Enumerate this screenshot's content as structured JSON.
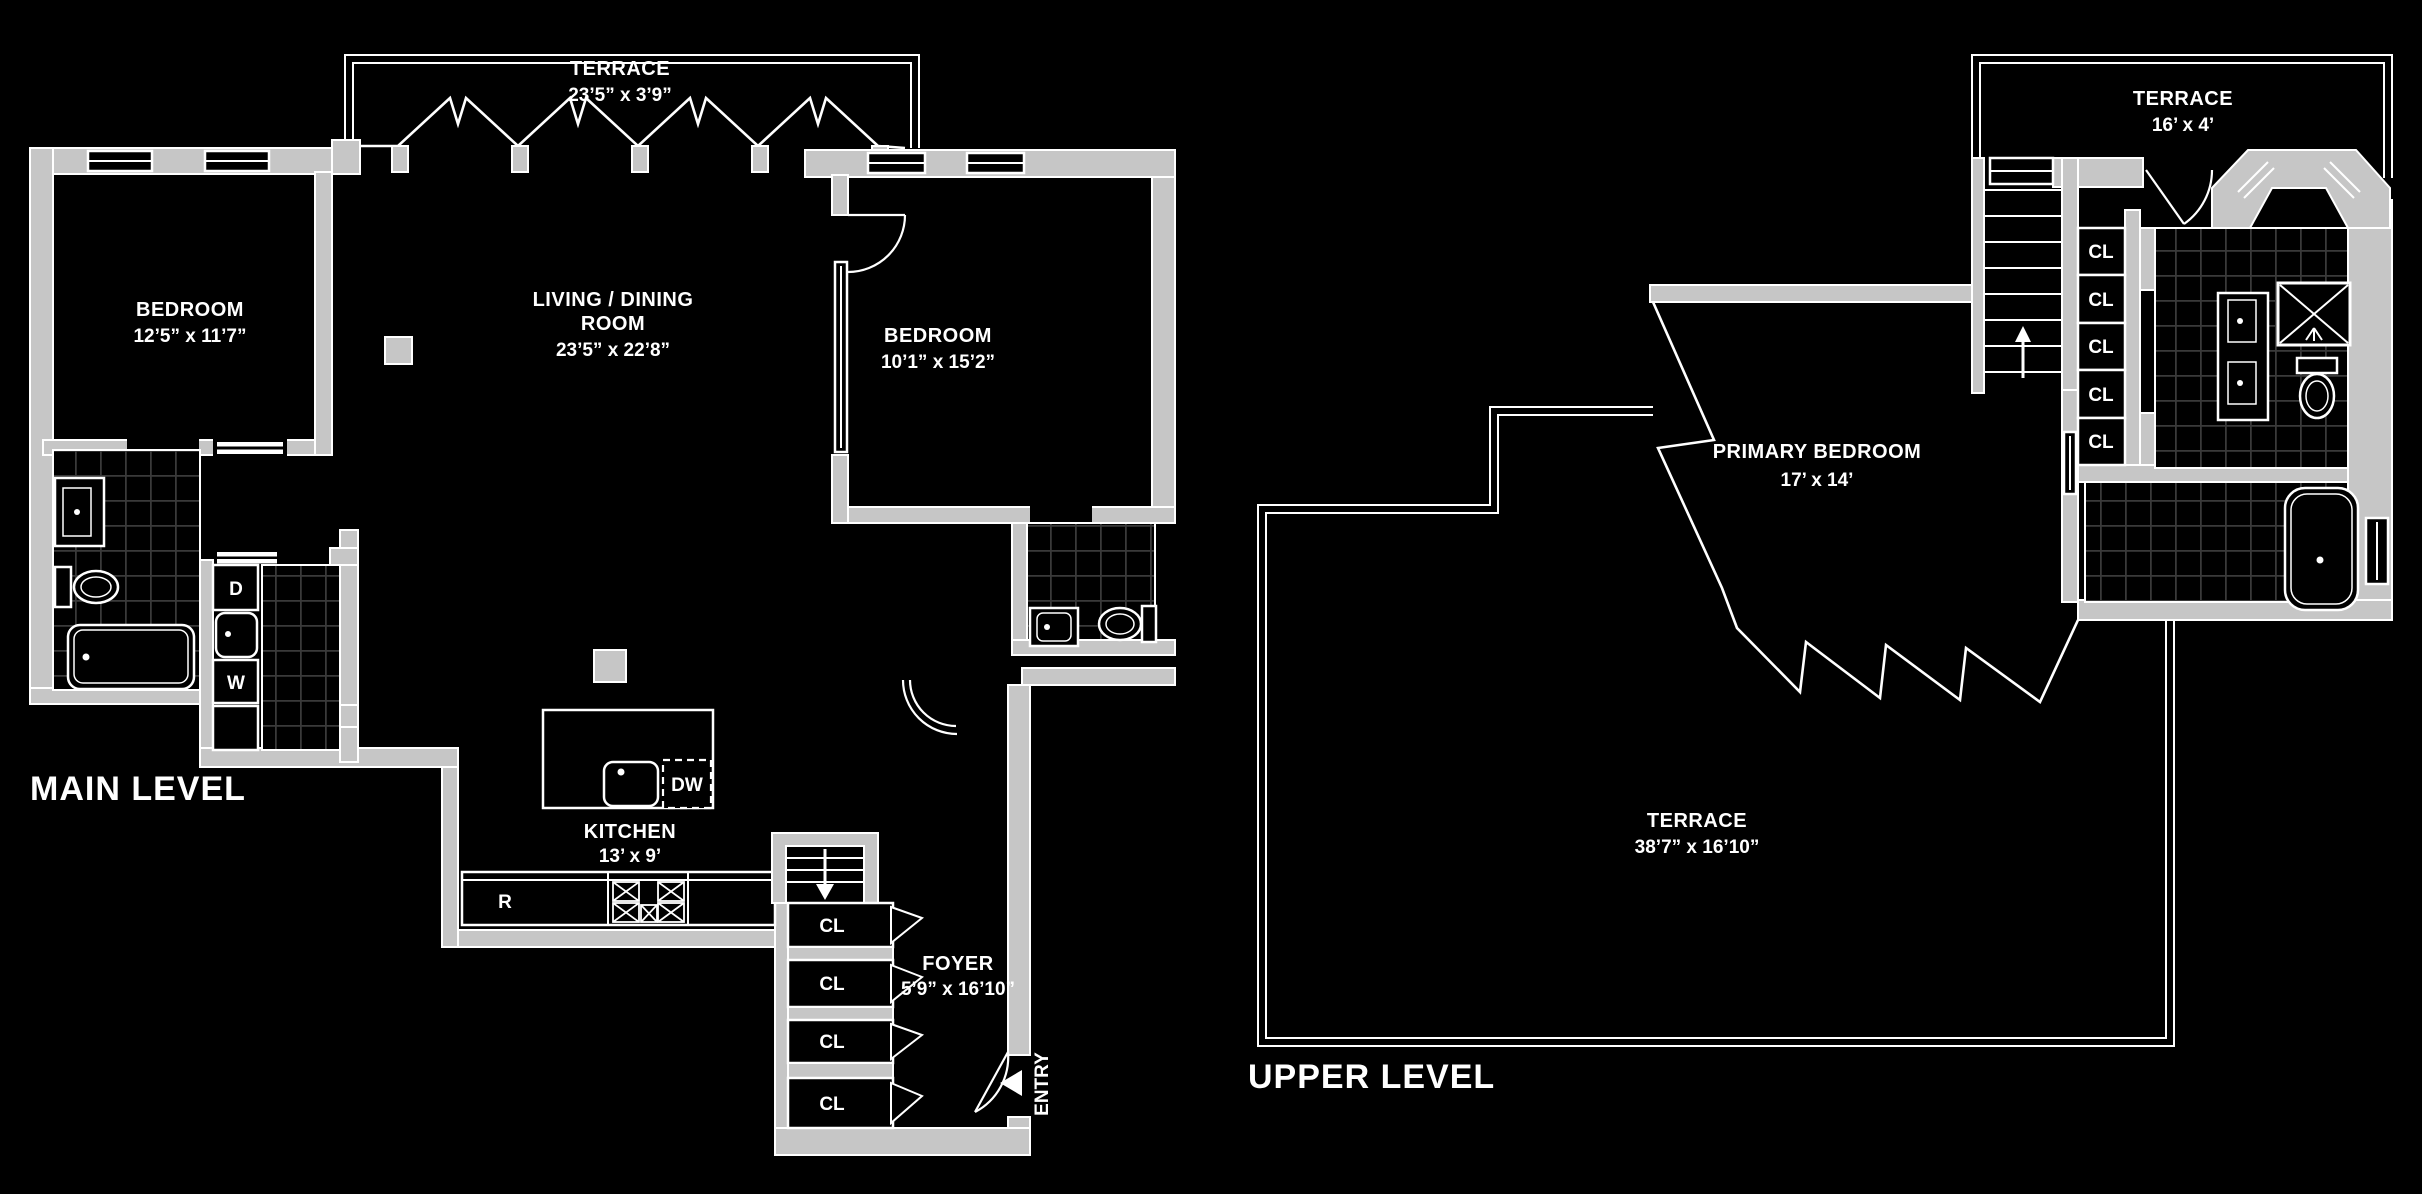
{
  "colors": {
    "background": "#000000",
    "wall": "#c6c6c6",
    "line": "#ffffff",
    "tile_grid": "#3a3a3a"
  },
  "main_level": {
    "title": "MAIN LEVEL",
    "terrace": {
      "name": "TERRACE",
      "dims": "23’5” x 3’9”"
    },
    "bedroom_left": {
      "name": "BEDROOM",
      "dims": "12’5” x 11’7”"
    },
    "living_room": {
      "name_line1": "LIVING / DINING",
      "name_line2": "ROOM",
      "dims": "23’5” x 22’8”"
    },
    "bedroom_right": {
      "name": "BEDROOM",
      "dims": "10’1” x 15’2”"
    },
    "kitchen": {
      "name": "KITCHEN",
      "dims": "13’ x 9’",
      "dishwasher": "DW",
      "range": "R"
    },
    "laundry": {
      "dryer": "D",
      "washer": "W"
    },
    "foyer": {
      "name": "FOYER",
      "dims": "5’9” x 16’10”",
      "closet": "CL",
      "entry": "ENTRY"
    }
  },
  "upper_level": {
    "title": "UPPER LEVEL",
    "terrace_top": {
      "name": "TERRACE",
      "dims": "16’ x 4’"
    },
    "primary_bedroom": {
      "name": "PRIMARY BEDROOM",
      "dims": "17’ x 14’"
    },
    "terrace_main": {
      "name": "TERRACE",
      "dims": "38’7” x 16’10”"
    },
    "closet": "CL"
  }
}
